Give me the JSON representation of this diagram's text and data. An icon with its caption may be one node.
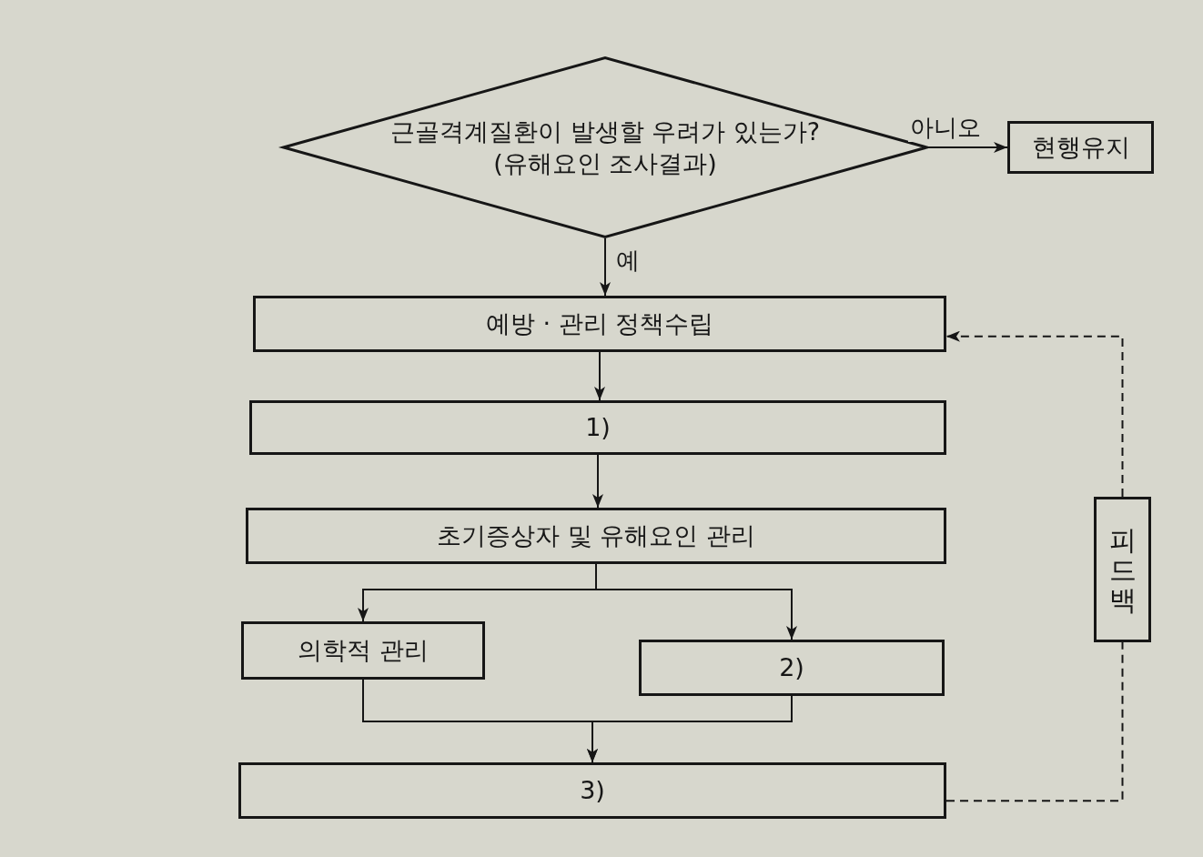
{
  "diagram": {
    "nodes": [
      {
        "text": [
          "근골격계질환이 발생할 우려가 있는가?",
          "(유해요인 조사결과)"
        ]
      },
      {
        "text": [
          "현행유지"
        ]
      },
      {
        "text": [
          "예방 · 관리 정책수립"
        ]
      },
      {
        "text": [
          "1)"
        ]
      },
      {
        "text": [
          "초기증상자 및 유해요인 관리"
        ]
      },
      {
        "text": [
          "의학적 관리"
        ]
      },
      {
        "text": [
          "2)"
        ]
      },
      {
        "text": [
          "3)"
        ]
      },
      {
        "text": [
          "피드백"
        ]
      }
    ],
    "edges": [
      {
        "from": 0,
        "to": 1,
        "arrow": "to",
        "label": "아니오"
      },
      {
        "from": 0,
        "to": 2,
        "arrow": "to",
        "label": "예"
      },
      {
        "from": 2,
        "to": 3,
        "arrow": "to"
      },
      {
        "from": 3,
        "to": 4,
        "arrow": "to"
      },
      {
        "from": 4,
        "to": 5,
        "arrow": "to"
      },
      {
        "from": 4,
        "to": 6,
        "arrow": "to"
      },
      {
        "from": 5,
        "to": 7,
        "arrow": "to"
      },
      {
        "from": 6,
        "to": 7,
        "arrow": "to"
      },
      {
        "from": 7,
        "to": 8,
        "arrow": "none",
        "style": "dashed"
      },
      {
        "from": 8,
        "to": 2,
        "arrow": "to",
        "style": "dashed"
      }
    ]
  }
}
